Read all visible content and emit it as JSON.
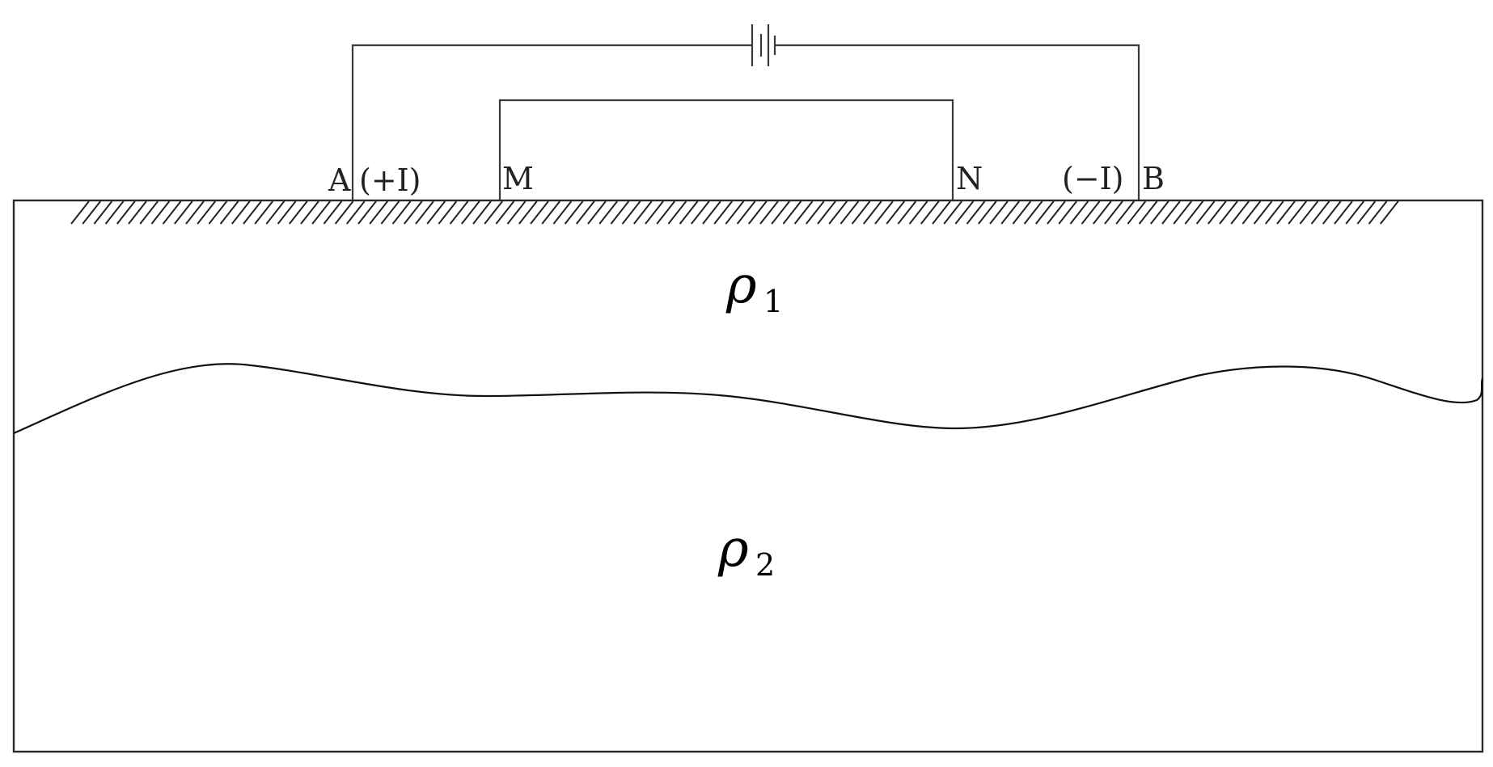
{
  "electrodes": {
    "a": "A",
    "m": "M",
    "n": "N",
    "b": "B"
  },
  "current_labels": {
    "positive": "(+I)",
    "negative": "(−I)"
  },
  "layers": {
    "upper": {
      "symbol": "ρ",
      "subscript": "1"
    },
    "lower": {
      "symbol": "ρ",
      "subscript": "2"
    }
  },
  "colors": {
    "line": "#2a2a2a",
    "background": "#ffffff"
  }
}
